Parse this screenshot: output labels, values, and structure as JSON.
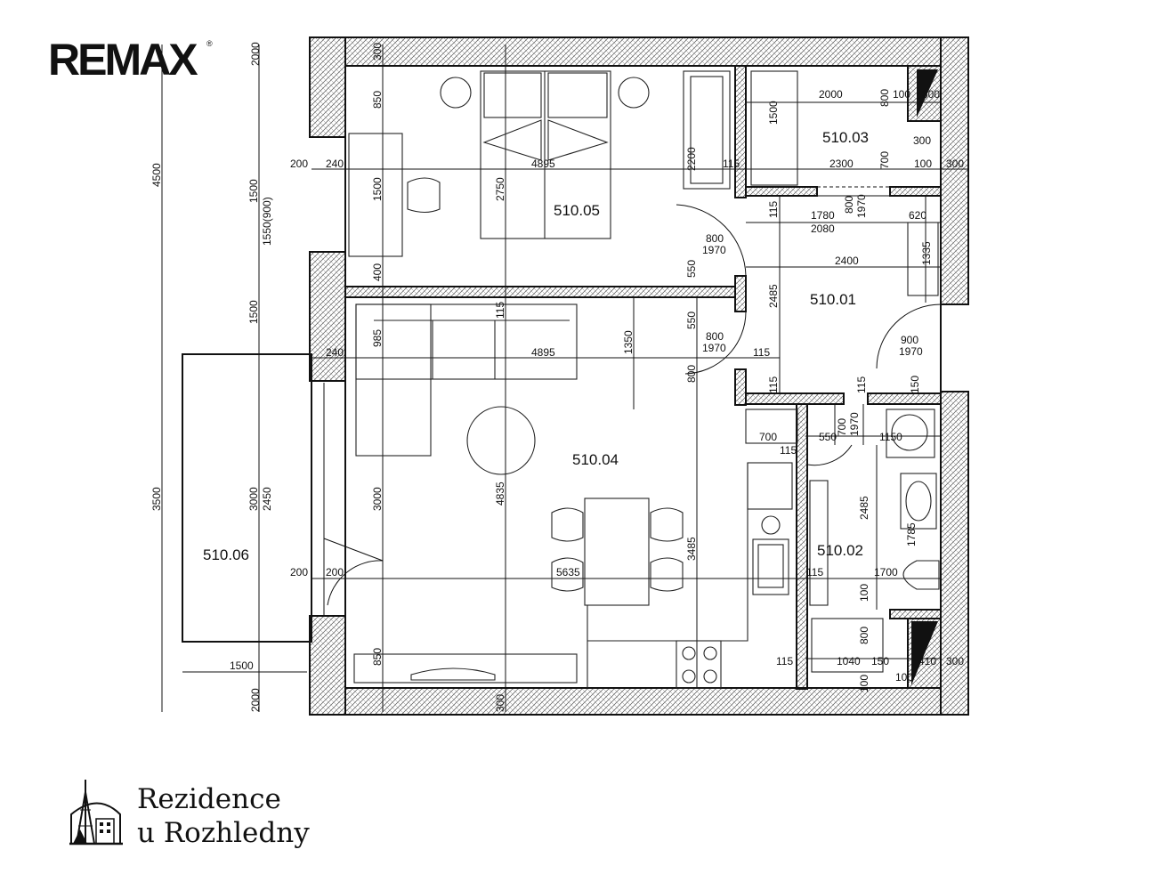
{
  "logo": {
    "name": "REMAX",
    "registered": "®"
  },
  "brand": {
    "line1": "Rezidence",
    "line2": "u Rozhledny"
  },
  "rooms": [
    {
      "id": "510.05",
      "label": "510.05"
    },
    {
      "id": "510.03",
      "label": "510.03"
    },
    {
      "id": "510.01",
      "label": "510.01"
    },
    {
      "id": "510.04",
      "label": "510.04"
    },
    {
      "id": "510.02",
      "label": "510.02"
    },
    {
      "id": "510.06",
      "label": "510.06"
    }
  ],
  "dimensions": [
    "2000",
    "4500",
    "1500",
    "1550(900)",
    "1500",
    "3500",
    "3000",
    "2450",
    "1500",
    "2000",
    "200",
    "240",
    "200",
    "200",
    "240",
    "300",
    "850",
    "1500",
    "400",
    "985",
    "3000",
    "850",
    "300",
    "4895",
    "2750",
    "2200",
    "115",
    "115",
    "115",
    "4895",
    "4835",
    "1350",
    "800",
    "3485",
    "5635",
    "800",
    "1970",
    "550",
    "550",
    "800",
    "1970",
    "115",
    "2000",
    "800",
    "100",
    "300",
    "1500",
    "300",
    "700",
    "100",
    "300",
    "2300",
    "1780",
    "2080",
    "800",
    "1970",
    "620",
    "2400",
    "1335",
    "2485",
    "900",
    "1970",
    "115",
    "115",
    "150",
    "700",
    "115",
    "700",
    "1970",
    "550",
    "1150",
    "2485",
    "1785",
    "115",
    "1700",
    "100",
    "800",
    "1040",
    "150",
    "410",
    "300",
    "100",
    "100",
    "115"
  ]
}
